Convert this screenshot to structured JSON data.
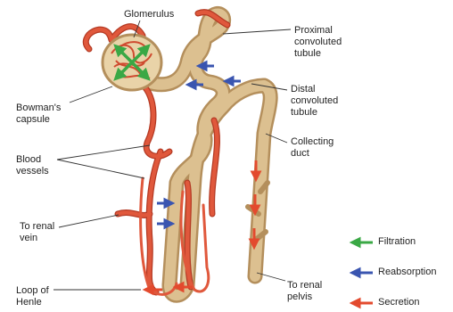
{
  "labels": {
    "glomerulus": "Glomerulus",
    "proximal": [
      "Proximal",
      "convoluted",
      "tubule"
    ],
    "bowmans": [
      "Bowman's",
      "capsule"
    ],
    "distal": [
      "Distal",
      "convoluted",
      "tubule"
    ],
    "collecting": [
      "Collecting",
      "duct"
    ],
    "blood_vessels": [
      "Blood",
      "vessels"
    ],
    "renal_vein": [
      "To renal",
      "vein"
    ],
    "loop_henle": [
      "Loop of",
      "Henle"
    ],
    "renal_pelvis": [
      "To renal",
      "pelvis"
    ]
  },
  "legend": [
    {
      "label": "Filtration",
      "color": "#3aa845"
    },
    {
      "label": "Reabsorption",
      "color": "#3a55b0"
    },
    {
      "label": "Secretion",
      "color": "#e34a2e"
    }
  ],
  "colors": {
    "tubule": "#dcc090",
    "tubule_edge": "#b48f5c",
    "vessel": "#e0583c",
    "vessel_edge": "#b43a24"
  }
}
